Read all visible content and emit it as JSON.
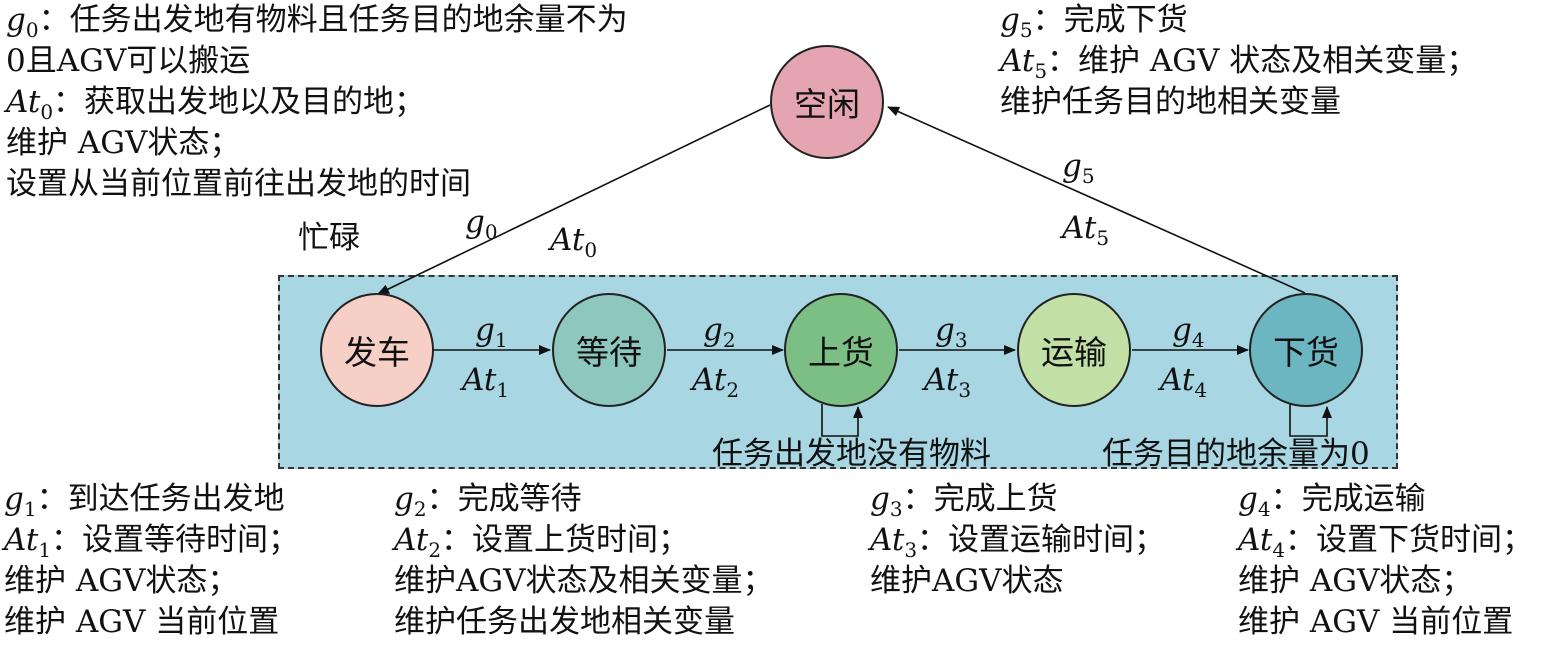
{
  "colors": {
    "idle": "#e4a4b0",
    "depart": "#f6d0c6",
    "wait": "#8ec7bd",
    "load": "#7cbf84",
    "transport": "#c2e0a6",
    "unload": "#6bb6c0",
    "busy_box": "#a8d6e3"
  },
  "states": {
    "idle": "空闲",
    "busy": "忙碌",
    "depart": "发车",
    "wait": "等待",
    "load": "上货",
    "transport": "运输",
    "unload": "下货"
  },
  "edges": {
    "g0": "g",
    "g0_sub": "0",
    "at0": "At",
    "at0_sub": "0",
    "g1": "g",
    "g1_sub": "1",
    "at1": "At",
    "at1_sub": "1",
    "g2": "g",
    "g2_sub": "2",
    "at2": "At",
    "at2_sub": "2",
    "g3": "g",
    "g3_sub": "3",
    "at3": "At",
    "at3_sub": "3",
    "g4": "g",
    "g4_sub": "4",
    "at4": "At",
    "at4_sub": "4",
    "g5": "g",
    "g5_sub": "5",
    "at5": "At",
    "at5_sub": "5"
  },
  "loops": {
    "load_self": "任务出发地没有物料",
    "unload_self": "任务目的地余量为0"
  },
  "notes": {
    "n0": {
      "g": "g",
      "g_sub": "0",
      "g_text": "：任务出发地有物料且任务目的地余量不为",
      "line2": "0且AGV可以搬运",
      "at": "At",
      "at_sub": "0",
      "at_text": "：获取出发地以及目的地；",
      "line4": "维护 AGV状态；",
      "line5": "设置从当前位置前往出发地的时间"
    },
    "n5": {
      "g": "g",
      "g_sub": "5",
      "g_text": "：完成下货",
      "at": "At",
      "at_sub": "5",
      "at_text": "：维护 AGV 状态及相关变量；",
      "line3": "维护任务目的地相关变量"
    },
    "n1": {
      "g": "g",
      "g_sub": "1",
      "g_text": "：到达任务出发地",
      "at": "At",
      "at_sub": "1",
      "at_text": "：设置等待时间；",
      "line3": "维护 AGV状态；",
      "line4": "维护 AGV 当前位置"
    },
    "n2": {
      "g": "g",
      "g_sub": "2",
      "g_text": "：完成等待",
      "at": "At",
      "at_sub": "2",
      "at_text": "：设置上货时间；",
      "line3": "维护AGV状态及相关变量；",
      "line4": "维护任务出发地相关变量"
    },
    "n3": {
      "g": "g",
      "g_sub": "3",
      "g_text": "：完成上货",
      "at": "At",
      "at_sub": "3",
      "at_text": "：设置运输时间；",
      "line3": "维护AGV状态"
    },
    "n4": {
      "g": "g",
      "g_sub": "4",
      "g_text": "：完成运输",
      "at": "At",
      "at_sub": "4",
      "at_text": "：设置下货时间；",
      "line3": "维护 AGV状态；",
      "line4": "维护 AGV 当前位置"
    }
  }
}
